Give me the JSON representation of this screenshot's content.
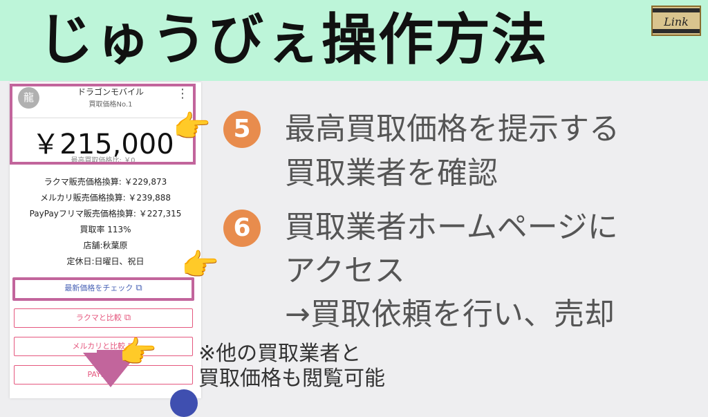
{
  "header": {
    "title": "じゅうびぇ操作方法",
    "logo_text": "Link"
  },
  "card": {
    "avatar_char": "龍",
    "shop_name": "ドラゴンモバイル",
    "rank": "買取価格No.1",
    "price": "￥215,000",
    "diff": "最高買取価格比: ￥0",
    "info": [
      "ラクマ販売価格換算: ￥229,873",
      "メルカリ販売価格換算: ￥239,888",
      "PayPayフリマ販売価格換算: ￥227,315",
      "買取率 113%",
      "店舗:秋葉原",
      "定休日:日曜日、祝日"
    ],
    "buttons": {
      "latest": "最新価格をチェック",
      "rakuma": "ラクマと比較",
      "mercari": "メルカリと比較",
      "paypay": "PAYPA"
    }
  },
  "steps": {
    "step5": {
      "num": "5",
      "line1": "最高買取価格を提示する",
      "line2": "買取業者を確認"
    },
    "step6": {
      "num": "6",
      "line1": "買取業者ホームページに",
      "line2": "アクセス",
      "line3": "→買取依頼を行い、売却"
    }
  },
  "note": {
    "line1": "※他の買取業者と",
    "line2": "買取価格も閲覧可能"
  },
  "colors": {
    "header_bg": "#bdf5d9",
    "highlight": "#c2659c",
    "step_badge": "#e88c4d"
  }
}
